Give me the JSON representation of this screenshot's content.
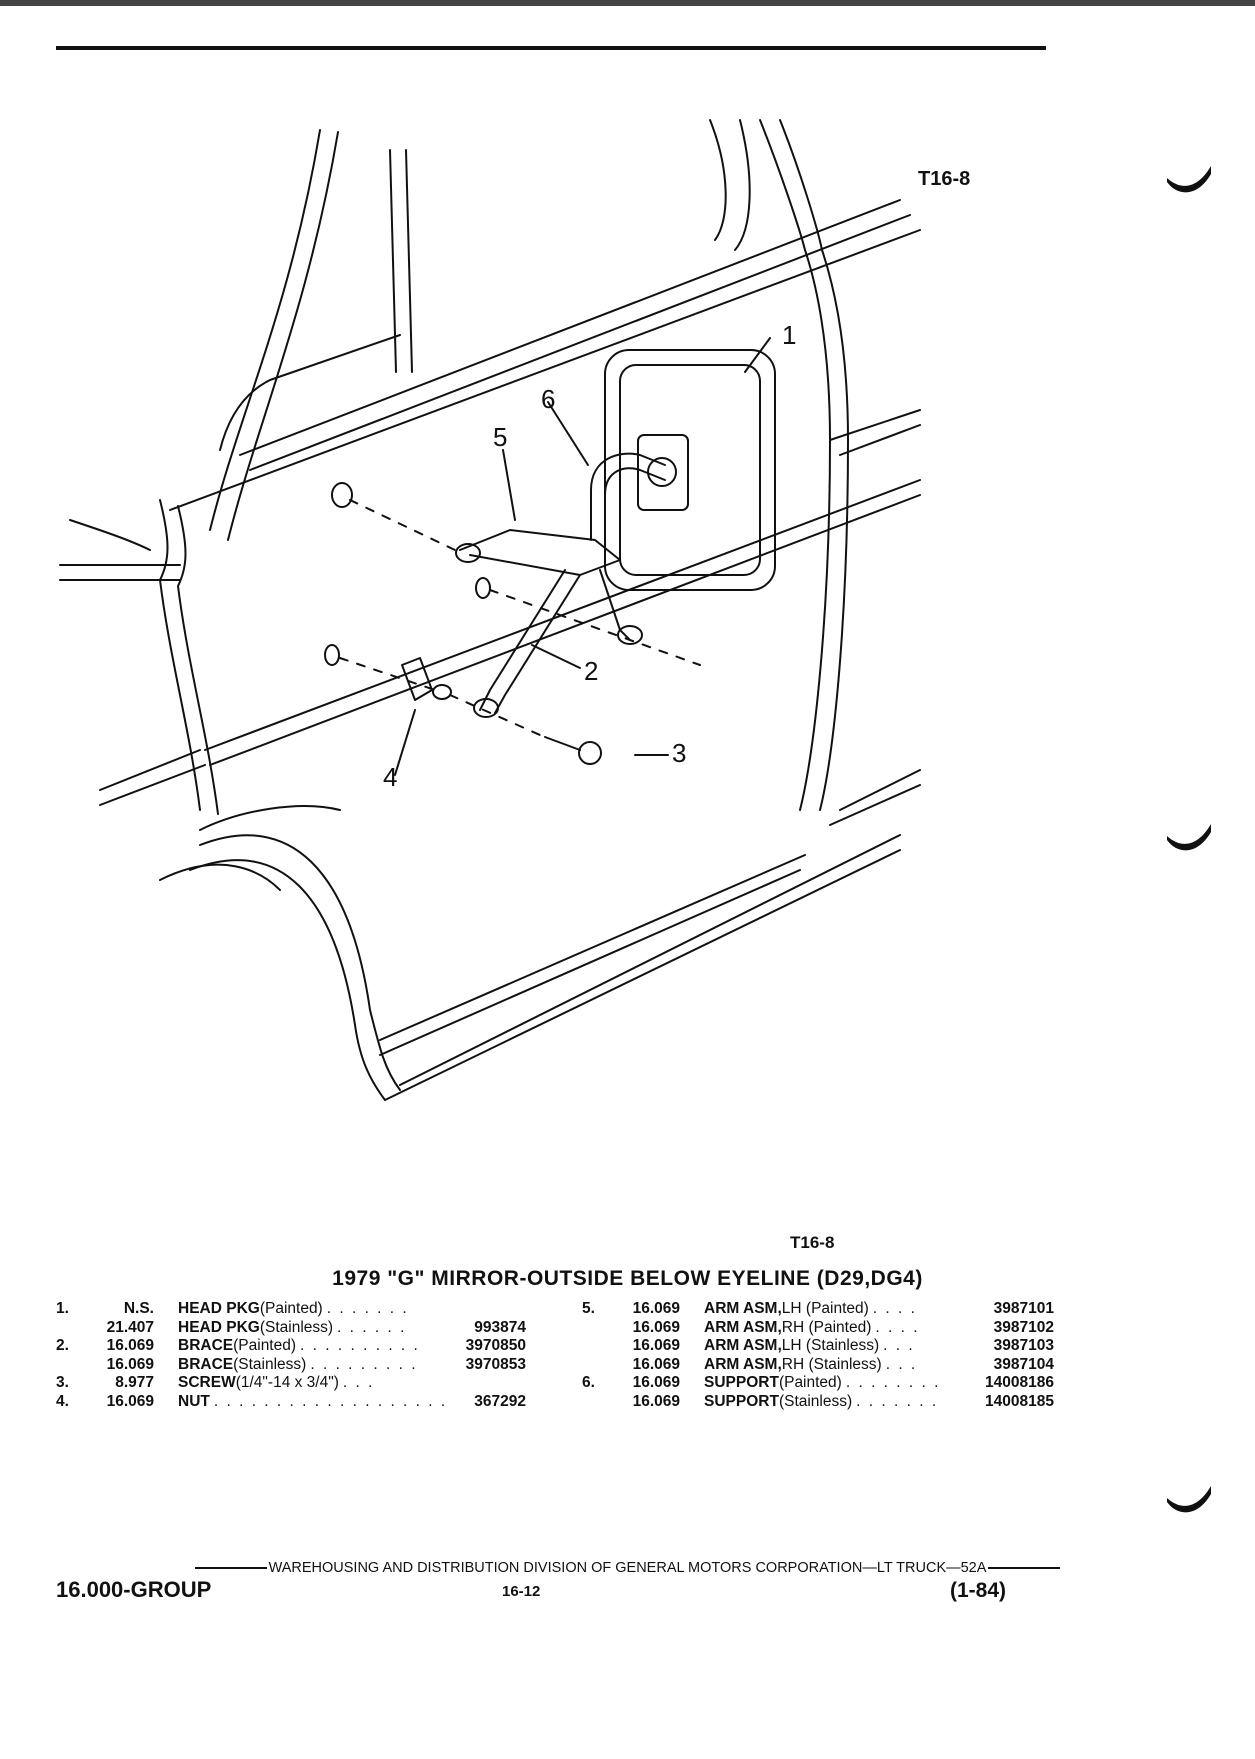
{
  "figure": {
    "id_top": "T16-8",
    "id_bottom": "T16-8",
    "callouts": [
      "1",
      "2",
      "3",
      "4",
      "5",
      "6"
    ]
  },
  "title": "1979 \"G\" MIRROR-OUTSIDE BELOW EYELINE (D29,DG4)",
  "parts_left": [
    {
      "ref": "1.",
      "group": "N.S.",
      "name": "HEAD PKG",
      "desc": " (Painted)",
      "dots": " . . . . . . .",
      "pn": ""
    },
    {
      "ref": "",
      "group": "21.407",
      "name": "HEAD PKG",
      "desc": " (Stainless)",
      "dots": " . . . . . .",
      "pn": "993874"
    },
    {
      "ref": "2.",
      "group": "16.069",
      "name": "BRACE",
      "desc": " (Painted)",
      "dots": " . . . . . . . . . .",
      "pn": "3970850"
    },
    {
      "ref": "",
      "group": "16.069",
      "name": "BRACE",
      "desc": " (Stainless)",
      "dots": " . . . . . . . . .",
      "pn": "3970853"
    },
    {
      "ref": "3.",
      "group": "8.977",
      "name": "SCREW",
      "desc": " (1/4\"-14 x 3/4\")",
      "dots": " . . .",
      "pn": ""
    },
    {
      "ref": "4.",
      "group": "16.069",
      "name": "NUT",
      "desc": "",
      "dots": " . . . . . . . . . . . . . . . . . . . .",
      "pn": "367292"
    }
  ],
  "parts_right": [
    {
      "ref": "5.",
      "group": "16.069",
      "name": "ARM ASM,",
      "desc": " LH (Painted)",
      "dots": " . . . .",
      "pn": "3987101"
    },
    {
      "ref": "",
      "group": "16.069",
      "name": "ARM ASM,",
      "desc": " RH (Painted)",
      "dots": " . . . .",
      "pn": "3987102"
    },
    {
      "ref": "",
      "group": "16.069",
      "name": "ARM ASM,",
      "desc": " LH (Stainless)",
      "dots": " . . .",
      "pn": "3987103"
    },
    {
      "ref": "",
      "group": "16.069",
      "name": "ARM ASM,",
      "desc": " RH (Stainless)",
      "dots": " . . .",
      "pn": "3987104"
    },
    {
      "ref": "6.",
      "group": "16.069",
      "name": "SUPPORT",
      "desc": " (Painted)",
      "dots": " . . . . . . . .",
      "pn": "14008186"
    },
    {
      "ref": "",
      "group": "16.069",
      "name": "SUPPORT",
      "desc": " (Stainless)",
      "dots": " . . . . . . .",
      "pn": "14008185"
    }
  ],
  "footer": {
    "line": "WAREHOUSING AND DISTRIBUTION DIVISION OF GENERAL MOTORS CORPORATION—LT TRUCK—52A",
    "group": "16.000-GROUP",
    "page": "16-12",
    "date": "(1-84)"
  }
}
